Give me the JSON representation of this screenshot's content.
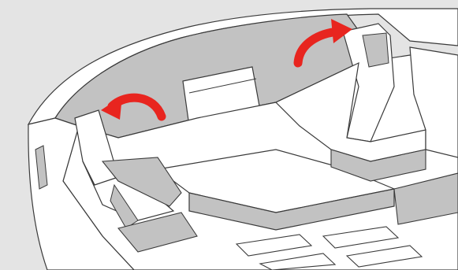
{
  "illustration": {
    "subject": "vehicle-cabin-seatbacks-fold-forward",
    "colors": {
      "background": "#e4e4e4",
      "body": "#ffffff",
      "shadow": "#c2c2c2",
      "outline": "#3a3a3a",
      "arrow": "#e8251f"
    },
    "arrows": [
      {
        "id": "left-seat-fold-arrow",
        "direction": "left"
      },
      {
        "id": "right-seat-fold-arrow",
        "direction": "right"
      }
    ]
  }
}
